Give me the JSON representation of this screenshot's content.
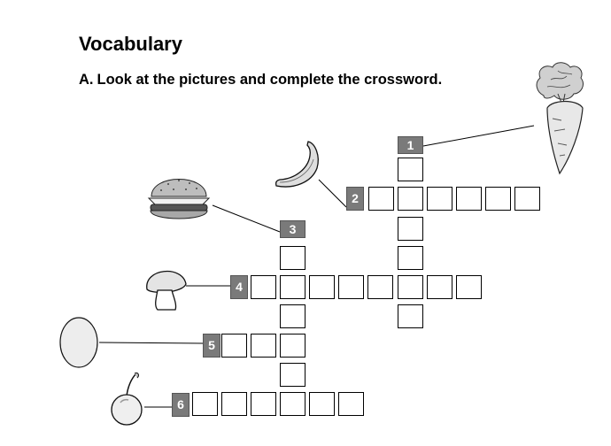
{
  "section": {
    "title": "Vocabulary",
    "instruction_letter": "A.",
    "instruction_text": "Look at the pictures and complete the crossword."
  },
  "clues": [
    {
      "number": "1",
      "picture": "carrot-icon",
      "direction": "down",
      "length": 6
    },
    {
      "number": "2",
      "picture": "banana-icon",
      "direction": "across",
      "length": 6
    },
    {
      "number": "3",
      "picture": "burger-icon",
      "direction": "down",
      "length": 6
    },
    {
      "number": "4",
      "picture": "mushroom-icon",
      "direction": "across",
      "length": 8
    },
    {
      "number": "5",
      "picture": "egg-icon",
      "direction": "across",
      "length": 3
    },
    {
      "number": "6",
      "picture": "cherry-icon",
      "direction": "across",
      "length": 6
    }
  ]
}
